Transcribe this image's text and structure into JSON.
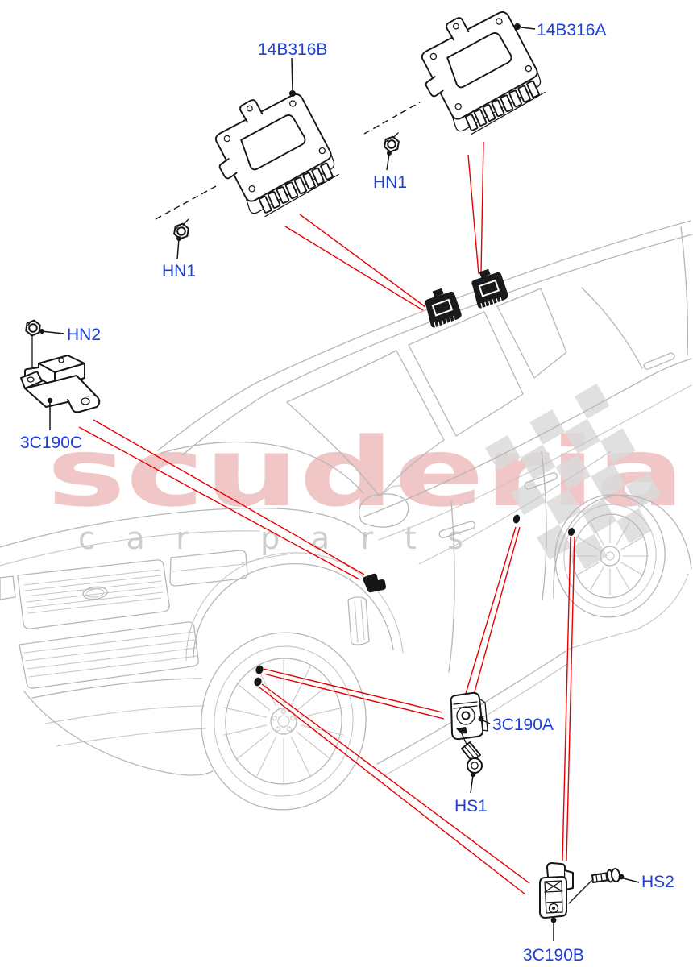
{
  "watermark": {
    "brand": "scuderia",
    "tagline": "car parts"
  },
  "callouts": {
    "module_b": "14B316B",
    "module_a": "14B316A",
    "hn1_left": "HN1",
    "hn1_right": "HN1",
    "hn2": "HN2",
    "bracket_c": "3C190C",
    "sensor_a": "3C190A",
    "hs1": "HS1",
    "hs2": "HS2",
    "sensor_b": "3C190B"
  },
  "icons": {
    "module_drawing": "control-module-isometric-drawing",
    "roof_module": "roof-mounted-module-marker",
    "nut": "hex-nut-drawing",
    "screw": "hex-screw-drawing",
    "sensor_bracket": "sensor-with-bracket-drawing",
    "door_sensor": "door-module-drawing",
    "vehicle": "range-rover-suv-line-art",
    "watermark_flag": "checkered-flag-watermark"
  },
  "colors": {
    "label_blue": "#1e3ed6",
    "leader_red": "#e60000",
    "line_black": "#161616",
    "vehicle_gray": "#b7b7b7",
    "watermark_pink": "#f0c6c6",
    "tagline_gray": "#cdcdcd",
    "checker_gray": "#dbdbdb"
  }
}
